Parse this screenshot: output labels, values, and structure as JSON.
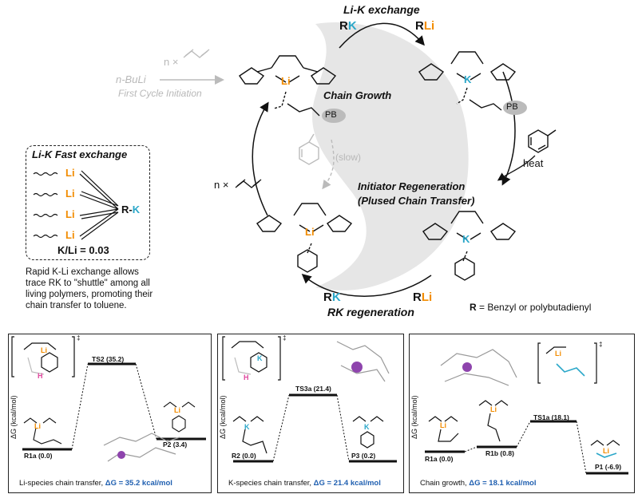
{
  "top": {
    "li_k_exchange": "Li-K exchange",
    "rk_r": "R",
    "rk_k": "K",
    "rli_r": "R",
    "rli_li": "Li",
    "n_label": "n ×",
    "nbuli": "n-BuLi",
    "first_cycle": "First Cycle Initiation",
    "chain_growth": "Chain Growth",
    "pb": "PB",
    "slow": "(slow)",
    "heat": "heat",
    "initiator_regen_1": "Initiator Regeneration",
    "initiator_regen_2": "(Plused Chain Transfer)",
    "n_left": "n ×",
    "rk_regen": "RK regeneration",
    "bottom_rk_r": "R",
    "bottom_rk_k": "K",
    "bottom_rli_r": "R",
    "bottom_rli_li": "Li",
    "r_def_bold": "R",
    "r_def_rest": " = Benzyl or polybutadienyl",
    "li": "Li",
    "k": "K"
  },
  "box": {
    "title": "Li-K Fast exchange",
    "li": "Li",
    "rk_r": "R-",
    "rk_k": "K",
    "ratio": "K/Li = 0.03",
    "desc": "Rapid K-Li exchange allows trace RK to \"shuttle\" among all living polymers, promoting their chain transfer to toluene."
  },
  "panels": [
    {
      "ylabel": "ΔG (kcal/mol)",
      "caption_prefix": "Li-species chain transfer, ",
      "caption_dg": "ΔG = 35.2 kcal/mol",
      "levels": [
        {
          "label": "R1a (0.0)"
        },
        {
          "label": "TS2 (35.2)"
        },
        {
          "label": "P2 (3.4)"
        }
      ]
    },
    {
      "ylabel": "ΔG (kcal/mol)",
      "caption_prefix": "K-species chain transfer, ",
      "caption_dg": "ΔG = 21.4 kcal/mol",
      "levels": [
        {
          "label": "R2 (0.0)"
        },
        {
          "label": "TS3a (21.4)"
        },
        {
          "label": "P3 (0.2)"
        }
      ]
    },
    {
      "ylabel": "ΔG (kcal/mol)",
      "caption_prefix": "Chain growth, ",
      "caption_dg": "ΔG = 18.1 kcal/mol",
      "levels": [
        {
          "label": "R1a (0.0)"
        },
        {
          "label": "R1b (0.8)"
        },
        {
          "label": "TS1a (18.1)"
        },
        {
          "label": "P1 (-6.9)"
        }
      ]
    }
  ],
  "colors": {
    "li": "#f28c00",
    "k": "#2aa7c9",
    "dg_caption": "#1f5fb0",
    "divider": "#2aa7c9",
    "h_label": "#e0479e"
  }
}
